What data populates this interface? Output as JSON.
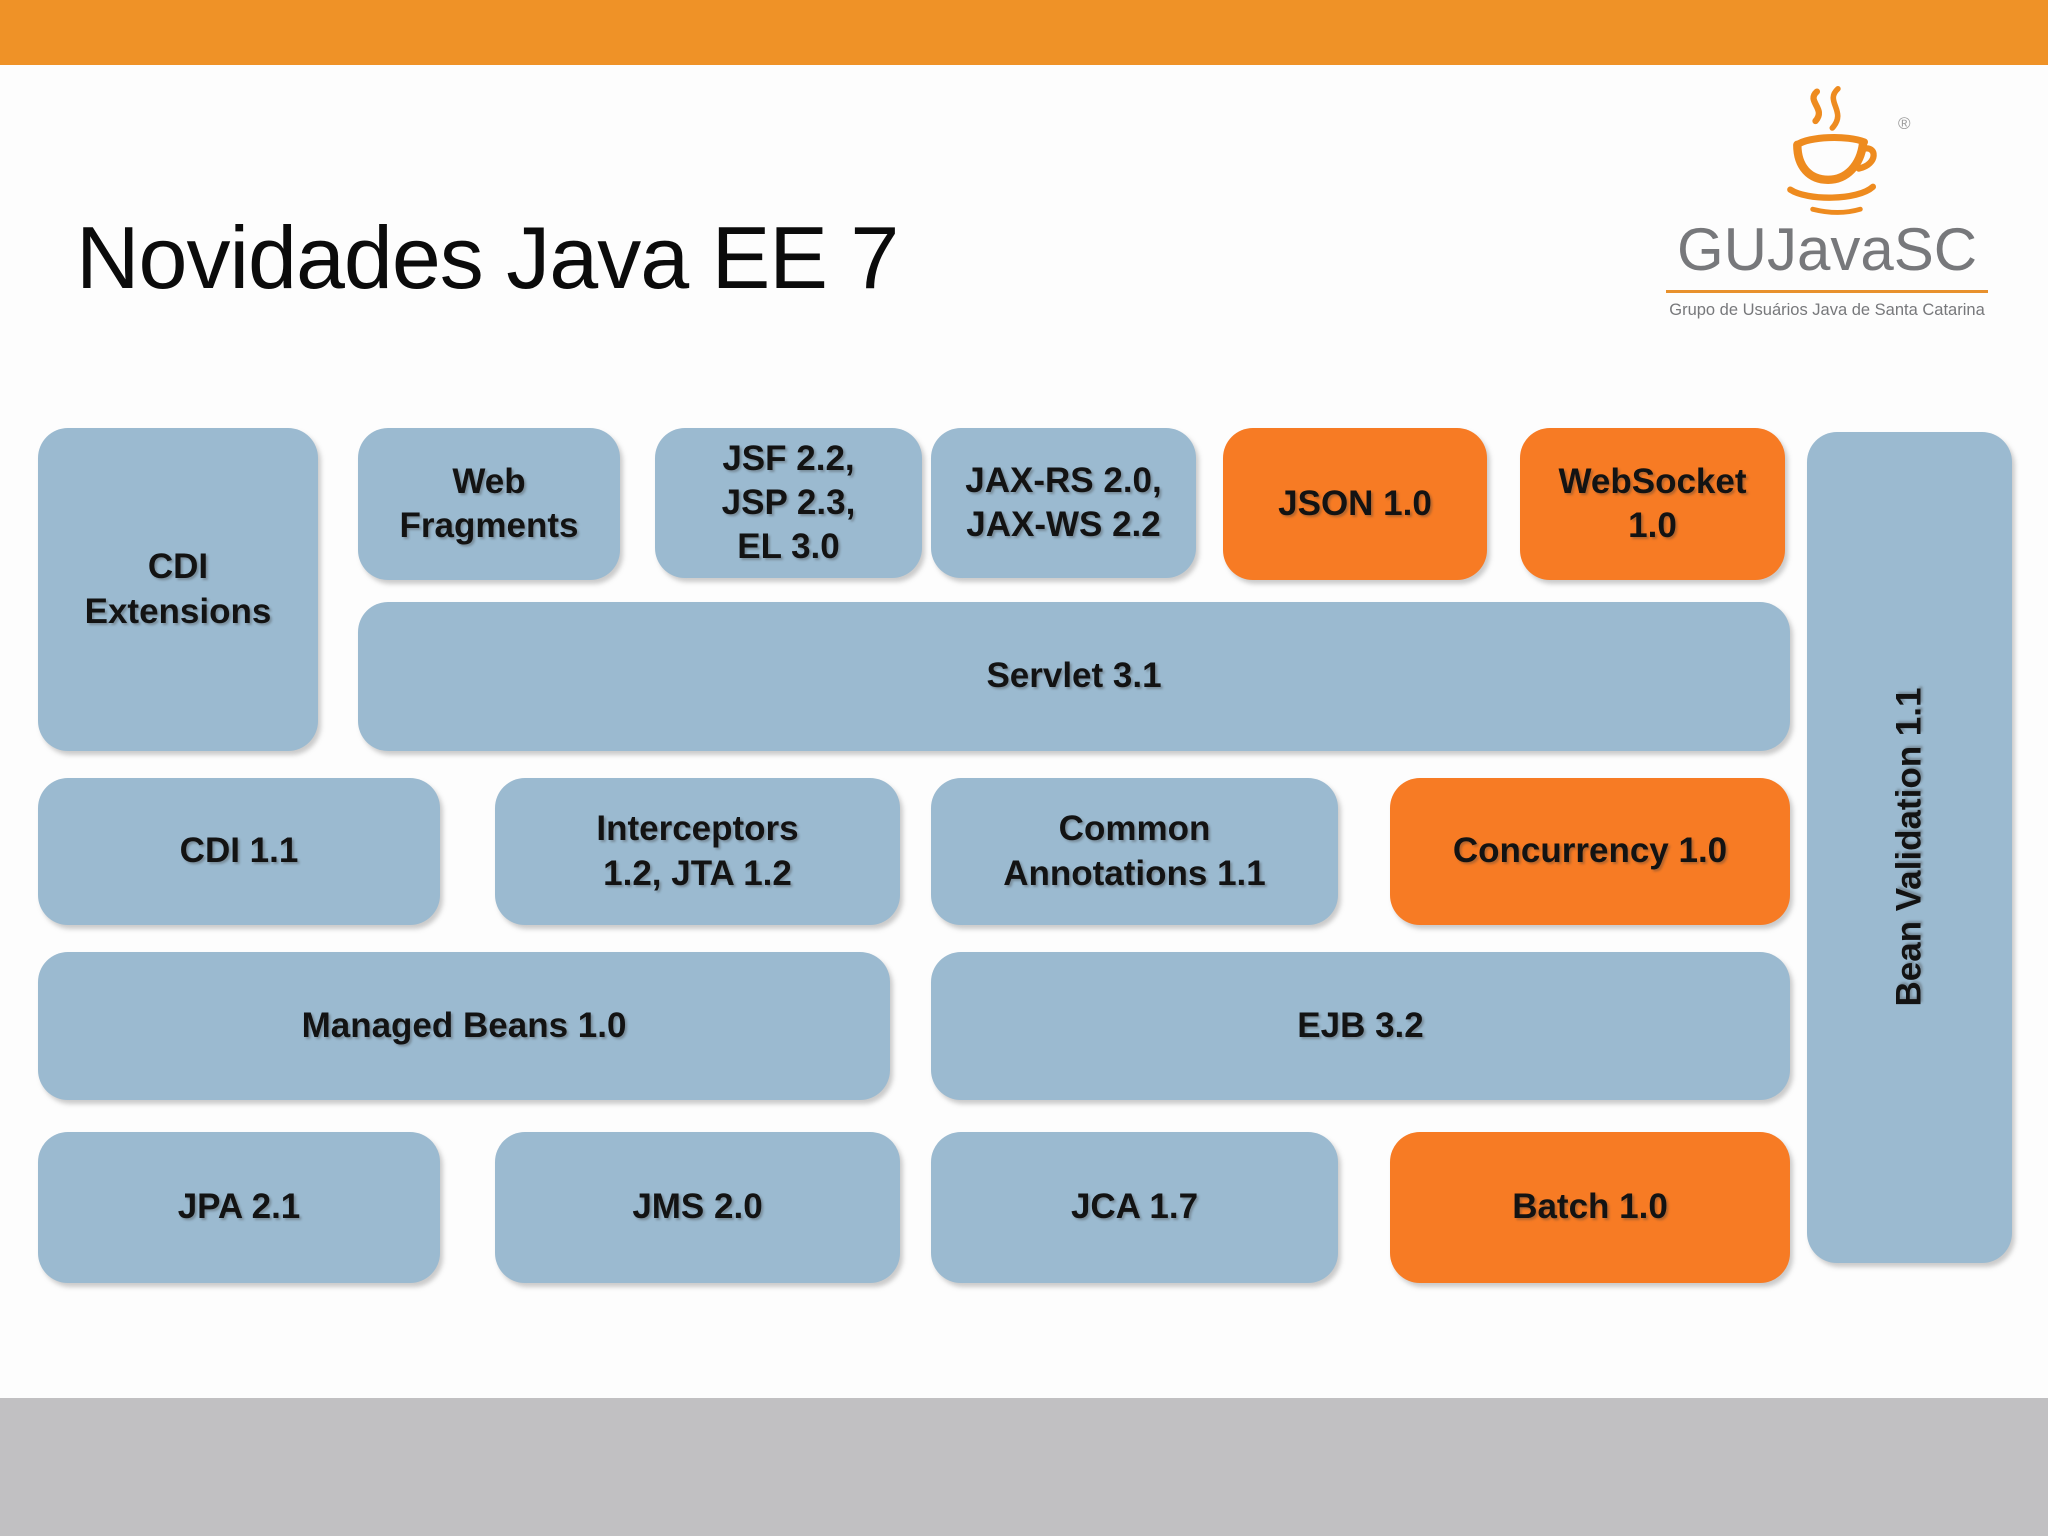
{
  "slide": {
    "title": "Novidades Java EE 7"
  },
  "logo": {
    "brand": "GUJavaSC",
    "registered_mark": "®",
    "tagline": "Grupo de Usuários Java de Santa Catarina"
  },
  "colors": {
    "top_bar": "#ef9227",
    "footer_bar": "#c1c0c2",
    "block_blue": "#9bbad0",
    "block_orange": "#f77b24",
    "logo_gray": "#77787b",
    "logo_orange": "#e8912d"
  },
  "diagram": {
    "blocks": [
      {
        "id": "cdi-extensions",
        "label": "CDI\nExtensions",
        "color": "blue"
      },
      {
        "id": "web-fragments",
        "label": "Web\nFragments",
        "color": "blue"
      },
      {
        "id": "jsf-jsp-el",
        "label": "JSF 2.2,\nJSP 2.3,\nEL 3.0",
        "color": "blue"
      },
      {
        "id": "jax-rs-jax-ws",
        "label": "JAX-RS 2.0,\nJAX-WS 2.2",
        "color": "blue"
      },
      {
        "id": "json",
        "label": "JSON 1.0",
        "color": "orange"
      },
      {
        "id": "websocket",
        "label": "WebSocket\n1.0",
        "color": "orange"
      },
      {
        "id": "servlet",
        "label": "Servlet 3.1",
        "color": "blue"
      },
      {
        "id": "cdi",
        "label": "CDI 1.1",
        "color": "blue"
      },
      {
        "id": "interceptors-jta",
        "label": "Interceptors\n1.2, JTA 1.2",
        "color": "blue"
      },
      {
        "id": "common-annotations",
        "label": "Common\nAnnotations 1.1",
        "color": "blue"
      },
      {
        "id": "concurrency",
        "label": "Concurrency 1.0",
        "color": "orange"
      },
      {
        "id": "managed-beans",
        "label": "Managed Beans 1.0",
        "color": "blue"
      },
      {
        "id": "ejb",
        "label": "EJB 3.2",
        "color": "blue"
      },
      {
        "id": "jpa",
        "label": "JPA 2.1",
        "color": "blue"
      },
      {
        "id": "jms",
        "label": "JMS 2.0",
        "color": "blue"
      },
      {
        "id": "jca",
        "label": "JCA 1.7",
        "color": "blue"
      },
      {
        "id": "batch",
        "label": "Batch 1.0",
        "color": "orange"
      },
      {
        "id": "bean-validation",
        "label": "Bean Validation 1.1",
        "color": "blue"
      }
    ]
  }
}
